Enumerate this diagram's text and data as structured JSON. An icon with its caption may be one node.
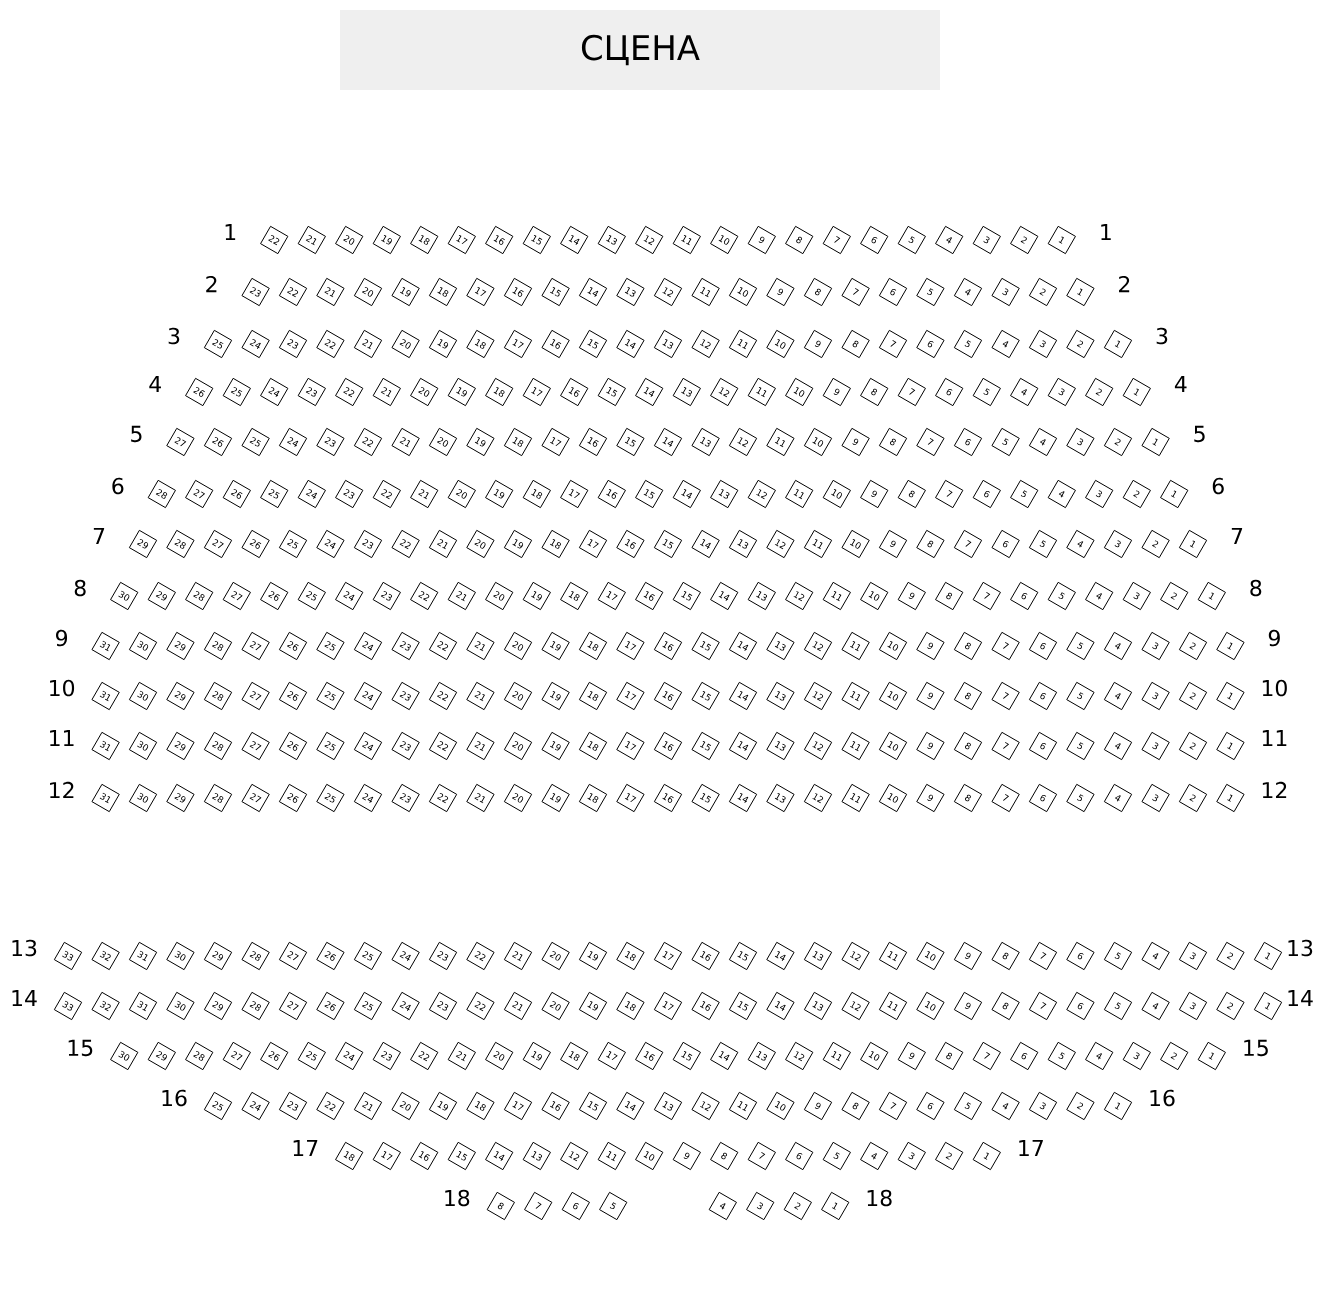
{
  "diagram": {
    "nodes": [
      {
        "text": [
          "СЦЕНА"
        ]
      },
      {
        "text": [
          "22"
        ]
      },
      {
        "text": [
          "21"
        ]
      },
      {
        "text": [
          "20"
        ]
      },
      {
        "text": [
          "19"
        ]
      },
      {
        "text": [
          "18"
        ]
      },
      {
        "text": [
          "17"
        ]
      },
      {
        "text": [
          "16"
        ]
      },
      {
        "text": [
          "15"
        ]
      },
      {
        "text": [
          "14"
        ]
      },
      {
        "text": [
          "13"
        ]
      },
      {
        "text": [
          "12"
        ]
      },
      {
        "text": [
          "11"
        ]
      },
      {
        "text": [
          "10"
        ]
      },
      {
        "text": [
          "9"
        ]
      },
      {
        "text": [
          "8"
        ]
      },
      {
        "text": [
          "7"
        ]
      },
      {
        "text": [
          "6"
        ]
      },
      {
        "text": [
          "5"
        ]
      },
      {
        "text": [
          "4"
        ]
      },
      {
        "text": [
          "3"
        ]
      },
      {
        "text": [
          "2"
        ]
      },
      {
        "text": [
          "1"
        ]
      },
      {
        "text": [
          "23"
        ]
      },
      {
        "text": [
          "22"
        ]
      },
      {
        "text": [
          "21"
        ]
      },
      {
        "text": [
          "20"
        ]
      },
      {
        "text": [
          "19"
        ]
      },
      {
        "text": [
          "18"
        ]
      },
      {
        "text": [
          "17"
        ]
      },
      {
        "text": [
          "16"
        ]
      },
      {
        "text": [
          "15"
        ]
      },
      {
        "text": [
          "14"
        ]
      },
      {
        "text": [
          "13"
        ]
      },
      {
        "text": [
          "12"
        ]
      },
      {
        "text": [
          "11"
        ]
      },
      {
        "text": [
          "10"
        ]
      },
      {
        "text": [
          "9"
        ]
      },
      {
        "text": [
          "8"
        ]
      },
      {
        "text": [
          "7"
        ]
      },
      {
        "text": [
          "6"
        ]
      },
      {
        "text": [
          "5"
        ]
      },
      {
        "text": [
          "4"
        ]
      },
      {
        "text": [
          "3"
        ]
      },
      {
        "text": [
          "2"
        ]
      },
      {
        "text": [
          "1"
        ]
      },
      {
        "text": [
          "25"
        ]
      },
      {
        "text": [
          "24"
        ]
      },
      {
        "text": [
          "23"
        ]
      },
      {
        "text": [
          "22"
        ]
      },
      {
        "text": [
          "21"
        ]
      },
      {
        "text": [
          "20"
        ]
      },
      {
        "text": [
          "19"
        ]
      },
      {
        "text": [
          "18"
        ]
      },
      {
        "text": [
          "17"
        ]
      },
      {
        "text": [
          "16"
        ]
      },
      {
        "text": [
          "15"
        ]
      },
      {
        "text": [
          "14"
        ]
      },
      {
        "text": [
          "13"
        ]
      },
      {
        "text": [
          "12"
        ]
      },
      {
        "text": [
          "11"
        ]
      },
      {
        "text": [
          "10"
        ]
      },
      {
        "text": [
          "9"
        ]
      },
      {
        "text": [
          "8"
        ]
      },
      {
        "text": [
          "7"
        ]
      },
      {
        "text": [
          "6"
        ]
      },
      {
        "text": [
          "5"
        ]
      },
      {
        "text": [
          "4"
        ]
      },
      {
        "text": [
          "3"
        ]
      },
      {
        "text": [
          "2"
        ]
      },
      {
        "text": [
          "1"
        ]
      },
      {
        "text": [
          "26"
        ]
      },
      {
        "text": [
          "25"
        ]
      },
      {
        "text": [
          "24"
        ]
      },
      {
        "text": [
          "23"
        ]
      },
      {
        "text": [
          "22"
        ]
      },
      {
        "text": [
          "21"
        ]
      },
      {
        "text": [
          "20"
        ]
      },
      {
        "text": [
          "19"
        ]
      },
      {
        "text": [
          "18"
        ]
      },
      {
        "text": [
          "17"
        ]
      },
      {
        "text": [
          "16"
        ]
      },
      {
        "text": [
          "15"
        ]
      },
      {
        "text": [
          "14"
        ]
      },
      {
        "text": [
          "13"
        ]
      },
      {
        "text": [
          "12"
        ]
      },
      {
        "text": [
          "11"
        ]
      },
      {
        "text": [
          "10"
        ]
      },
      {
        "text": [
          "9"
        ]
      },
      {
        "text": [
          "8"
        ]
      },
      {
        "text": [
          "7"
        ]
      },
      {
        "text": [
          "6"
        ]
      },
      {
        "text": [
          "5"
        ]
      },
      {
        "text": [
          "4"
        ]
      },
      {
        "text": [
          "3"
        ]
      },
      {
        "text": [
          "2"
        ]
      },
      {
        "text": [
          "1"
        ]
      },
      {
        "text": [
          "27"
        ]
      },
      {
        "text": [
          "26"
        ]
      },
      {
        "text": [
          "25"
        ]
      },
      {
        "text": [
          "24"
        ]
      },
      {
        "text": [
          "23"
        ]
      },
      {
        "text": [
          "22"
        ]
      },
      {
        "text": [
          "21"
        ]
      },
      {
        "text": [
          "20"
        ]
      },
      {
        "text": [
          "19"
        ]
      },
      {
        "text": [
          "18"
        ]
      },
      {
        "text": [
          "17"
        ]
      },
      {
        "text": [
          "16"
        ]
      },
      {
        "text": [
          "15"
        ]
      },
      {
        "text": [
          "14"
        ]
      },
      {
        "text": [
          "13"
        ]
      },
      {
        "text": [
          "12"
        ]
      },
      {
        "text": [
          "11"
        ]
      },
      {
        "text": [
          "10"
        ]
      },
      {
        "text": [
          "9"
        ]
      },
      {
        "text": [
          "8"
        ]
      },
      {
        "text": [
          "7"
        ]
      },
      {
        "text": [
          "6"
        ]
      },
      {
        "text": [
          "5"
        ]
      },
      {
        "text": [
          "4"
        ]
      },
      {
        "text": [
          "3"
        ]
      },
      {
        "text": [
          "2"
        ]
      },
      {
        "text": [
          "1"
        ]
      },
      {
        "text": [
          "28"
        ]
      },
      {
        "text": [
          "27"
        ]
      },
      {
        "text": [
          "26"
        ]
      },
      {
        "text": [
          "25"
        ]
      },
      {
        "text": [
          "24"
        ]
      },
      {
        "text": [
          "23"
        ]
      },
      {
        "text": [
          "22"
        ]
      },
      {
        "text": [
          "21"
        ]
      },
      {
        "text": [
          "20"
        ]
      },
      {
        "text": [
          "19"
        ]
      },
      {
        "text": [
          "18"
        ]
      },
      {
        "text": [
          "17"
        ]
      },
      {
        "text": [
          "16"
        ]
      },
      {
        "text": [
          "15"
        ]
      },
      {
        "text": [
          "14"
        ]
      },
      {
        "text": [
          "13"
        ]
      },
      {
        "text": [
          "12"
        ]
      },
      {
        "text": [
          "11"
        ]
      },
      {
        "text": [
          "10"
        ]
      },
      {
        "text": [
          "9"
        ]
      },
      {
        "text": [
          "8"
        ]
      },
      {
        "text": [
          "7"
        ]
      },
      {
        "text": [
          "6"
        ]
      },
      {
        "text": [
          "5"
        ]
      },
      {
        "text": [
          "4"
        ]
      },
      {
        "text": [
          "3"
        ]
      },
      {
        "text": [
          "2"
        ]
      },
      {
        "text": [
          "1"
        ]
      },
      {
        "text": [
          "29"
        ]
      },
      {
        "text": [
          "28"
        ]
      },
      {
        "text": [
          "27"
        ]
      },
      {
        "text": [
          "26"
        ]
      },
      {
        "text": [
          "25"
        ]
      },
      {
        "text": [
          "24"
        ]
      },
      {
        "text": [
          "23"
        ]
      },
      {
        "text": [
          "22"
        ]
      },
      {
        "text": [
          "21"
        ]
      },
      {
        "text": [
          "20"
        ]
      },
      {
        "text": [
          "19"
        ]
      },
      {
        "text": [
          "18"
        ]
      },
      {
        "text": [
          "17"
        ]
      },
      {
        "text": [
          "16"
        ]
      },
      {
        "text": [
          "15"
        ]
      },
      {
        "text": [
          "14"
        ]
      },
      {
        "text": [
          "13"
        ]
      },
      {
        "text": [
          "12"
        ]
      },
      {
        "text": [
          "11"
        ]
      },
      {
        "text": [
          "10"
        ]
      },
      {
        "text": [
          "9"
        ]
      },
      {
        "text": [
          "8"
        ]
      },
      {
        "text": [
          "7"
        ]
      },
      {
        "text": [
          "6"
        ]
      },
      {
        "text": [
          "5"
        ]
      },
      {
        "text": [
          "4"
        ]
      },
      {
        "text": [
          "3"
        ]
      },
      {
        "text": [
          "2"
        ]
      },
      {
        "text": [
          "1"
        ]
      },
      {
        "text": [
          "30"
        ]
      },
      {
        "text": [
          "29"
        ]
      },
      {
        "text": [
          "28"
        ]
      },
      {
        "text": [
          "27"
        ]
      },
      {
        "text": [
          "26"
        ]
      },
      {
        "text": [
          "25"
        ]
      },
      {
        "text": [
          "24"
        ]
      },
      {
        "text": [
          "23"
        ]
      },
      {
        "text": [
          "22"
        ]
      },
      {
        "text": [
          "21"
        ]
      },
      {
        "text": [
          "20"
        ]
      },
      {
        "text": [
          "19"
        ]
      },
      {
        "text": [
          "18"
        ]
      },
      {
        "text": [
          "17"
        ]
      },
      {
        "text": [
          "16"
        ]
      },
      {
        "text": [
          "15"
        ]
      },
      {
        "text": [
          "14"
        ]
      },
      {
        "text": [
          "13"
        ]
      },
      {
        "text": [
          "12"
        ]
      },
      {
        "text": [
          "11"
        ]
      },
      {
        "text": [
          "10"
        ]
      },
      {
        "text": [
          "9"
        ]
      },
      {
        "text": [
          "8"
        ]
      },
      {
        "text": [
          "7"
        ]
      },
      {
        "text": [
          "6"
        ]
      },
      {
        "text": [
          "5"
        ]
      },
      {
        "text": [
          "4"
        ]
      },
      {
        "text": [
          "3"
        ]
      },
      {
        "text": [
          "2"
        ]
      },
      {
        "text": [
          "1"
        ]
      },
      {
        "text": [
          "31"
        ]
      },
      {
        "text": [
          "30"
        ]
      },
      {
        "text": [
          "29"
        ]
      },
      {
        "text": [
          "28"
        ]
      },
      {
        "text": [
          "27"
        ]
      },
      {
        "text": [
          "26"
        ]
      },
      {
        "text": [
          "25"
        ]
      },
      {
        "text": [
          "24"
        ]
      },
      {
        "text": [
          "23"
        ]
      },
      {
        "text": [
          "22"
        ]
      },
      {
        "text": [
          "21"
        ]
      },
      {
        "text": [
          "20"
        ]
      },
      {
        "text": [
          "19"
        ]
      },
      {
        "text": [
          "18"
        ]
      },
      {
        "text": [
          "17"
        ]
      },
      {
        "text": [
          "16"
        ]
      },
      {
        "text": [
          "15"
        ]
      },
      {
        "text": [
          "14"
        ]
      },
      {
        "text": [
          "13"
        ]
      },
      {
        "text": [
          "12"
        ]
      },
      {
        "text": [
          "11"
        ]
      },
      {
        "text": [
          "10"
        ]
      },
      {
        "text": [
          "9"
        ]
      },
      {
        "text": [
          "8"
        ]
      },
      {
        "text": [
          "7"
        ]
      },
      {
        "text": [
          "6"
        ]
      },
      {
        "text": [
          "5"
        ]
      },
      {
        "text": [
          "4"
        ]
      },
      {
        "text": [
          "3"
        ]
      },
      {
        "text": [
          "2"
        ]
      },
      {
        "text": [
          "1"
        ]
      },
      {
        "text": [
          "31"
        ]
      },
      {
        "text": [
          "30"
        ]
      },
      {
        "text": [
          "29"
        ]
      },
      {
        "text": [
          "28"
        ]
      },
      {
        "text": [
          "27"
        ]
      },
      {
        "text": [
          "26"
        ]
      },
      {
        "text": [
          "25"
        ]
      },
      {
        "text": [
          "24"
        ]
      },
      {
        "text": [
          "23"
        ]
      },
      {
        "text": [
          "22"
        ]
      },
      {
        "text": [
          "21"
        ]
      },
      {
        "text": [
          "20"
        ]
      },
      {
        "text": [
          "19"
        ]
      },
      {
        "text": [
          "18"
        ]
      },
      {
        "text": [
          "17"
        ]
      },
      {
        "text": [
          "16"
        ]
      },
      {
        "text": [
          "15"
        ]
      },
      {
        "text": [
          "14"
        ]
      },
      {
        "text": [
          "13"
        ]
      },
      {
        "text": [
          "12"
        ]
      },
      {
        "text": [
          "11"
        ]
      },
      {
        "text": [
          "10"
        ]
      },
      {
        "text": [
          "9"
        ]
      },
      {
        "text": [
          "8"
        ]
      },
      {
        "text": [
          "7"
        ]
      },
      {
        "text": [
          "6"
        ]
      },
      {
        "text": [
          "5"
        ]
      },
      {
        "text": [
          "4"
        ]
      },
      {
        "text": [
          "3"
        ]
      },
      {
        "text": [
          "2"
        ]
      },
      {
        "text": [
          "1"
        ]
      },
      {
        "text": [
          "31"
        ]
      },
      {
        "text": [
          "30"
        ]
      },
      {
        "text": [
          "29"
        ]
      },
      {
        "text": [
          "28"
        ]
      },
      {
        "text": [
          "27"
        ]
      },
      {
        "text": [
          "26"
        ]
      },
      {
        "text": [
          "25"
        ]
      },
      {
        "text": [
          "24"
        ]
      },
      {
        "text": [
          "23"
        ]
      },
      {
        "text": [
          "22"
        ]
      },
      {
        "text": [
          "21"
        ]
      },
      {
        "text": [
          "20"
        ]
      },
      {
        "text": [
          "19"
        ]
      },
      {
        "text": [
          "18"
        ]
      },
      {
        "text": [
          "17"
        ]
      },
      {
        "text": [
          "16"
        ]
      },
      {
        "text": [
          "15"
        ]
      },
      {
        "text": [
          "14"
        ]
      },
      {
        "text": [
          "13"
        ]
      },
      {
        "text": [
          "12"
        ]
      },
      {
        "text": [
          "11"
        ]
      },
      {
        "text": [
          "10"
        ]
      },
      {
        "text": [
          "9"
        ]
      },
      {
        "text": [
          "8"
        ]
      },
      {
        "text": [
          "7"
        ]
      },
      {
        "text": [
          "6"
        ]
      },
      {
        "text": [
          "5"
        ]
      },
      {
        "text": [
          "4"
        ]
      },
      {
        "text": [
          "3"
        ]
      },
      {
        "text": [
          "2"
        ]
      },
      {
        "text": [
          "1"
        ]
      },
      {
        "text": [
          "31"
        ]
      },
      {
        "text": [
          "30"
        ]
      },
      {
        "text": [
          "29"
        ]
      },
      {
        "text": [
          "28"
        ]
      },
      {
        "text": [
          "27"
        ]
      },
      {
        "text": [
          "26"
        ]
      },
      {
        "text": [
          "25"
        ]
      },
      {
        "text": [
          "24"
        ]
      },
      {
        "text": [
          "23"
        ]
      },
      {
        "text": [
          "22"
        ]
      },
      {
        "text": [
          "21"
        ]
      },
      {
        "text": [
          "20"
        ]
      },
      {
        "text": [
          "19"
        ]
      },
      {
        "text": [
          "18"
        ]
      },
      {
        "text": [
          "17"
        ]
      },
      {
        "text": [
          "16"
        ]
      },
      {
        "text": [
          "15"
        ]
      },
      {
        "text": [
          "14"
        ]
      },
      {
        "text": [
          "13"
        ]
      },
      {
        "text": [
          "12"
        ]
      },
      {
        "text": [
          "11"
        ]
      },
      {
        "text": [
          "10"
        ]
      },
      {
        "text": [
          "9"
        ]
      },
      {
        "text": [
          "8"
        ]
      },
      {
        "text": [
          "7"
        ]
      },
      {
        "text": [
          "6"
        ]
      },
      {
        "text": [
          "5"
        ]
      },
      {
        "text": [
          "4"
        ]
      },
      {
        "text": [
          "3"
        ]
      },
      {
        "text": [
          "2"
        ]
      },
      {
        "text": [
          "1"
        ]
      },
      {
        "text": [
          "33"
        ]
      },
      {
        "text": [
          "32"
        ]
      },
      {
        "text": [
          "31"
        ]
      },
      {
        "text": [
          "30"
        ]
      },
      {
        "text": [
          "29"
        ]
      },
      {
        "text": [
          "28"
        ]
      },
      {
        "text": [
          "27"
        ]
      },
      {
        "text": [
          "26"
        ]
      },
      {
        "text": [
          "25"
        ]
      },
      {
        "text": [
          "24"
        ]
      },
      {
        "text": [
          "23"
        ]
      },
      {
        "text": [
          "22"
        ]
      },
      {
        "text": [
          "21"
        ]
      },
      {
        "text": [
          "20"
        ]
      },
      {
        "text": [
          "19"
        ]
      },
      {
        "text": [
          "18"
        ]
      },
      {
        "text": [
          "17"
        ]
      },
      {
        "text": [
          "16"
        ]
      },
      {
        "text": [
          "15"
        ]
      },
      {
        "text": [
          "14"
        ]
      },
      {
        "text": [
          "13"
        ]
      },
      {
        "text": [
          "12"
        ]
      },
      {
        "text": [
          "11"
        ]
      },
      {
        "text": [
          "10"
        ]
      },
      {
        "text": [
          "9"
        ]
      },
      {
        "text": [
          "8"
        ]
      },
      {
        "text": [
          "7"
        ]
      },
      {
        "text": [
          "6"
        ]
      },
      {
        "text": [
          "5"
        ]
      },
      {
        "text": [
          "4"
        ]
      },
      {
        "text": [
          "3"
        ]
      },
      {
        "text": [
          "2"
        ]
      },
      {
        "text": [
          "1"
        ]
      },
      {
        "text": [
          "33"
        ]
      },
      {
        "text": [
          "32"
        ]
      },
      {
        "text": [
          "31"
        ]
      },
      {
        "text": [
          "30"
        ]
      },
      {
        "text": [
          "29"
        ]
      },
      {
        "text": [
          "28"
        ]
      },
      {
        "text": [
          "27"
        ]
      },
      {
        "text": [
          "26"
        ]
      },
      {
        "text": [
          "25"
        ]
      },
      {
        "text": [
          "24"
        ]
      },
      {
        "text": [
          "23"
        ]
      },
      {
        "text": [
          "22"
        ]
      },
      {
        "text": [
          "21"
        ]
      },
      {
        "text": [
          "20"
        ]
      },
      {
        "text": [
          "19"
        ]
      },
      {
        "text": [
          "18"
        ]
      },
      {
        "text": [
          "17"
        ]
      },
      {
        "text": [
          "16"
        ]
      },
      {
        "text": [
          "15"
        ]
      },
      {
        "text": [
          "14"
        ]
      },
      {
        "text": [
          "13"
        ]
      },
      {
        "text": [
          "12"
        ]
      },
      {
        "text": [
          "11"
        ]
      },
      {
        "text": [
          "10"
        ]
      },
      {
        "text": [
          "9"
        ]
      },
      {
        "text": [
          "8"
        ]
      },
      {
        "text": [
          "7"
        ]
      },
      {
        "text": [
          "6"
        ]
      },
      {
        "text": [
          "5"
        ]
      },
      {
        "text": [
          "4"
        ]
      },
      {
        "text": [
          "3"
        ]
      },
      {
        "text": [
          "2"
        ]
      },
      {
        "text": [
          "1"
        ]
      },
      {
        "text": [
          "30"
        ]
      },
      {
        "text": [
          "29"
        ]
      },
      {
        "text": [
          "28"
        ]
      },
      {
        "text": [
          "27"
        ]
      },
      {
        "text": [
          "26"
        ]
      },
      {
        "text": [
          "25"
        ]
      },
      {
        "text": [
          "24"
        ]
      },
      {
        "text": [
          "23"
        ]
      },
      {
        "text": [
          "22"
        ]
      },
      {
        "text": [
          "21"
        ]
      },
      {
        "text": [
          "20"
        ]
      },
      {
        "text": [
          "19"
        ]
      },
      {
        "text": [
          "18"
        ]
      },
      {
        "text": [
          "17"
        ]
      },
      {
        "text": [
          "16"
        ]
      },
      {
        "text": [
          "15"
        ]
      },
      {
        "text": [
          "14"
        ]
      },
      {
        "text": [
          "13"
        ]
      },
      {
        "text": [
          "12"
        ]
      },
      {
        "text": [
          "11"
        ]
      },
      {
        "text": [
          "10"
        ]
      },
      {
        "text": [
          "9"
        ]
      },
      {
        "text": [
          "8"
        ]
      },
      {
        "text": [
          "7"
        ]
      },
      {
        "text": [
          "6"
        ]
      },
      {
        "text": [
          "5"
        ]
      },
      {
        "text": [
          "4"
        ]
      },
      {
        "text": [
          "3"
        ]
      },
      {
        "text": [
          "2"
        ]
      },
      {
        "text": [
          "1"
        ]
      },
      {
        "text": [
          "25"
        ]
      },
      {
        "text": [
          "24"
        ]
      },
      {
        "text": [
          "23"
        ]
      },
      {
        "text": [
          "22"
        ]
      },
      {
        "text": [
          "21"
        ]
      },
      {
        "text": [
          "20"
        ]
      },
      {
        "text": [
          "19"
        ]
      },
      {
        "text": [
          "18"
        ]
      },
      {
        "text": [
          "17"
        ]
      },
      {
        "text": [
          "16"
        ]
      },
      {
        "text": [
          "15"
        ]
      },
      {
        "text": [
          "14"
        ]
      },
      {
        "text": [
          "13"
        ]
      },
      {
        "text": [
          "12"
        ]
      },
      {
        "text": [
          "11"
        ]
      },
      {
        "text": [
          "10"
        ]
      },
      {
        "text": [
          "9"
        ]
      },
      {
        "text": [
          "8"
        ]
      },
      {
        "text": [
          "7"
        ]
      },
      {
        "text": [
          "6"
        ]
      },
      {
        "text": [
          "5"
        ]
      },
      {
        "text": [
          "4"
        ]
      },
      {
        "text": [
          "3"
        ]
      },
      {
        "text": [
          "2"
        ]
      },
      {
        "text": [
          "1"
        ]
      },
      {
        "text": [
          "18"
        ]
      },
      {
        "text": [
          "17"
        ]
      },
      {
        "text": [
          "16"
        ]
      },
      {
        "text": [
          "15"
        ]
      },
      {
        "text": [
          "14"
        ]
      },
      {
        "text": [
          "13"
        ]
      },
      {
        "text": [
          "12"
        ]
      },
      {
        "text": [
          "11"
        ]
      },
      {
        "text": [
          "10"
        ]
      },
      {
        "text": [
          "9"
        ]
      },
      {
        "text": [
          "8"
        ]
      },
      {
        "text": [
          "7"
        ]
      },
      {
        "text": [
          "6"
        ]
      },
      {
        "text": [
          "5"
        ]
      },
      {
        "text": [
          "4"
        ]
      },
      {
        "text": [
          "3"
        ]
      },
      {
        "text": [
          "2"
        ]
      },
      {
        "text": [
          "1"
        ]
      },
      {
        "text": [
          "8"
        ]
      },
      {
        "text": [
          "7"
        ]
      },
      {
        "text": [
          "6"
        ]
      },
      {
        "text": [
          "5"
        ]
      },
      {
        "text": [
          "4"
        ]
      },
      {
        "text": [
          "3"
        ]
      },
      {
        "text": [
          "2"
        ]
      },
      {
        "text": [
          "1"
        ]
      }
    ],
    "labels": [
      "1",
      "1",
      "2",
      "2",
      "3",
      "3",
      "4",
      "4",
      "5",
      "5",
      "6",
      "6",
      "7",
      "7",
      "8",
      "8",
      "9",
      "9",
      "10",
      "10",
      "11",
      "11",
      "12",
      "12",
      "13",
      "13",
      "14",
      "14",
      "15",
      "15",
      "16",
      "16",
      "17",
      "17",
      "18",
      "18"
    ]
  }
}
